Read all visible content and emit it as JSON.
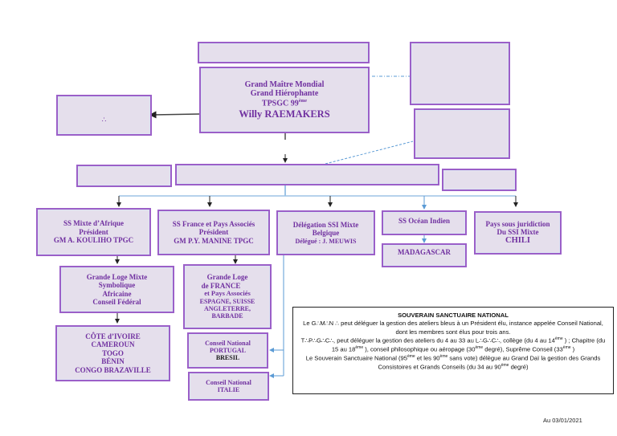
{
  "colors": {
    "box_fill": "#e5dfec",
    "box_border": "#9b5fc8",
    "box_text": "#7030a0",
    "connector_blue": "#5b9bd5",
    "connector_black": "#222222"
  },
  "top": {
    "empty_title_box": "",
    "grand_master": {
      "line1": "Grand Maître Mondial",
      "line2": "Grand Hiérophante",
      "line3": "TPSGC 99",
      "line3_sup": "ème",
      "line4": "Willy RAEMAKERS"
    },
    "left_box_symbol": "∴",
    "right_box_upper": "",
    "right_box_lower": ""
  },
  "second_row": {
    "left_box": "",
    "center_box": "",
    "right_box": ""
  },
  "branches": [
    {
      "id": "afrique",
      "lines": [
        "SS Mixte d’Afrique",
        "Président",
        "GM A. KOULIHO TPGC"
      ],
      "children": [
        {
          "lines": [
            "Grande Loge Mixte",
            "Symbolique",
            "Africaine",
            "Conseil Fédéral"
          ],
          "children": [
            {
              "lines": [
                "CÔTE d’IVOIRE",
                "CAMEROUN",
                "TOGO",
                "BÉNIN",
                "CONGO BRAZAVILLE"
              ]
            }
          ]
        }
      ]
    },
    {
      "id": "france",
      "lines": [
        "SS France et Pays Associés",
        "Président",
        "GM P.Y. MANINE TPGC"
      ],
      "children": [
        {
          "lines": [
            "Grande Loge",
            "de FRANCE",
            "et Pays Associés",
            "ESPAGNE, SUISSE",
            "ANGLETERRE,",
            "BARBADE"
          ]
        }
      ]
    },
    {
      "id": "belgique",
      "lines": [
        "Délégation SSI Mixte",
        "Belgique",
        "Délégué : J. MEUWIS"
      ],
      "children": [
        {
          "lines": [
            "Conseil National",
            "PORTUGAL",
            "BRESIL"
          ]
        },
        {
          "lines": [
            "Conseil National",
            "ITALIE"
          ]
        }
      ]
    },
    {
      "id": "ocean-indien",
      "lines": [
        "SS Océan Indien"
      ],
      "children": [
        {
          "lines": [
            "MADAGASCAR"
          ]
        }
      ]
    },
    {
      "id": "chili",
      "lines": [
        "Pays sous juridiction",
        "Du SSI Mixte",
        "CHILI"
      ]
    }
  ],
  "note": {
    "title": "SOUVERAIN SANCTUAIRE NATIONAL",
    "p1": "Le G∴M∴N ∴ peut déléguer la gestion des ateliers bleus à un Président élu, instance appelée Conseil National, dont les membres sont élus pour trois ans.",
    "p2a": "T∴P∴G∴C∴, peut déléguer la gestion des ateliers du 4 au 33  au L∴G∴C∴, collège (du 4 au 14",
    "p2b": " ) ; Chapitre (du 15 au 18",
    "p2c": " ), conseil philosophique ou aéropage (30",
    "p2d": " degré), Suprême Conseil (33",
    "p2e": " )",
    "p3a": "Le Souverain Sanctuaire National (95",
    "p3b": " et les 90",
    "p3c": " sans vote) délègue au Grand Daï la gestion des Grands Consistoires et Grands Conseils (du 34 au 90",
    "p3d": " degré)",
    "sup": "ème"
  },
  "date": "Au 03/01/2021"
}
